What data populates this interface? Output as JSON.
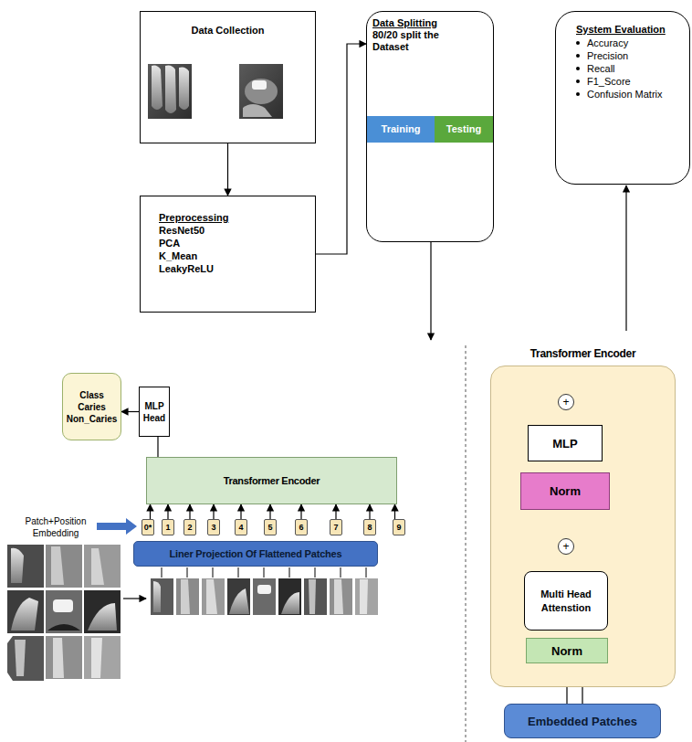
{
  "diagram": {
    "nodes": [
      {
        "text": [
          "Data Collection"
        ]
      },
      {
        "text": [
          "Preprocessing",
          "ResNet50",
          "PCA",
          "K_Mean",
          "LeakyReLU"
        ]
      },
      {
        "text": [
          "Data Splitting",
          "80/20 split the Dataset"
        ]
      },
      {
        "text": [
          "Training"
        ],
        "in": 2
      },
      {
        "text": [
          "Testing"
        ],
        "in": 2
      },
      {
        "text": [
          "System Evaluation",
          "Accuracy",
          "Precision",
          "Recall",
          "F1_Score",
          "Confusion Matrix"
        ]
      },
      {
        "text": [
          "Class",
          "Caries",
          "Non_Caries"
        ]
      },
      {
        "text": [
          "MLP Head"
        ]
      },
      {
        "text": [
          "Transformer Encoder"
        ]
      },
      {
        "text": [
          "0*"
        ]
      },
      {
        "text": [
          "1"
        ]
      },
      {
        "text": [
          "2"
        ]
      },
      {
        "text": [
          "3"
        ]
      },
      {
        "text": [
          "4"
        ]
      },
      {
        "text": [
          "5"
        ]
      },
      {
        "text": [
          "6"
        ]
      },
      {
        "text": [
          "7"
        ]
      },
      {
        "text": [
          "8"
        ]
      },
      {
        "text": [
          "9"
        ]
      },
      {
        "text": [
          "Liner Projection Of Flattened Patches"
        ]
      },
      {
        "text": [
          "Transformer Encoder"
        ]
      },
      {
        "text": [
          "+"
        ],
        "in": 20
      },
      {
        "text": [
          "MLP"
        ],
        "in": 20
      },
      {
        "text": [
          "Norm"
        ],
        "in": 20
      },
      {
        "text": [
          "+"
        ],
        "in": 20
      },
      {
        "text": [
          "Multi Head Attenstion"
        ],
        "in": 20
      },
      {
        "text": [
          "Norm"
        ],
        "in": 20
      },
      {
        "text": [
          "Embedded Patches"
        ]
      }
    ],
    "edges": [
      {
        "from": 0,
        "to": 1,
        "arrow": "to"
      },
      {
        "from": 1,
        "to": 2,
        "arrow": "to"
      },
      {
        "from": 7,
        "to": 6,
        "arrow": "to"
      },
      {
        "from": 8,
        "to": 7,
        "arrow": "none"
      },
      {
        "from": 9,
        "to": 8,
        "arrow": "to"
      },
      {
        "from": 10,
        "to": 8,
        "arrow": "to"
      },
      {
        "from": 11,
        "to": 8,
        "arrow": "to"
      },
      {
        "from": 12,
        "to": 8,
        "arrow": "to"
      },
      {
        "from": 13,
        "to": 8,
        "arrow": "to"
      },
      {
        "from": 14,
        "to": 8,
        "arrow": "to"
      },
      {
        "from": 15,
        "to": 8,
        "arrow": "to"
      },
      {
        "from": 16,
        "to": 8,
        "arrow": "to"
      },
      {
        "from": 17,
        "to": 8,
        "arrow": "to"
      },
      {
        "from": 18,
        "to": 8,
        "arrow": "to"
      },
      {
        "from": 27,
        "to": 26,
        "arrow": "to"
      },
      {
        "from": 27,
        "to": 24,
        "arrow": "to"
      },
      {
        "from": 26,
        "to": 25,
        "arrow": "to"
      },
      {
        "from": 25,
        "to": 24,
        "arrow": "to"
      },
      {
        "from": 24,
        "to": 23,
        "arrow": "to"
      },
      {
        "from": 24,
        "to": 21,
        "arrow": "to"
      },
      {
        "from": 23,
        "to": 22,
        "arrow": "to"
      },
      {
        "from": 22,
        "to": 21,
        "arrow": "to"
      }
    ],
    "labels": [
      "Patch+Position Embedding"
    ]
  }
}
